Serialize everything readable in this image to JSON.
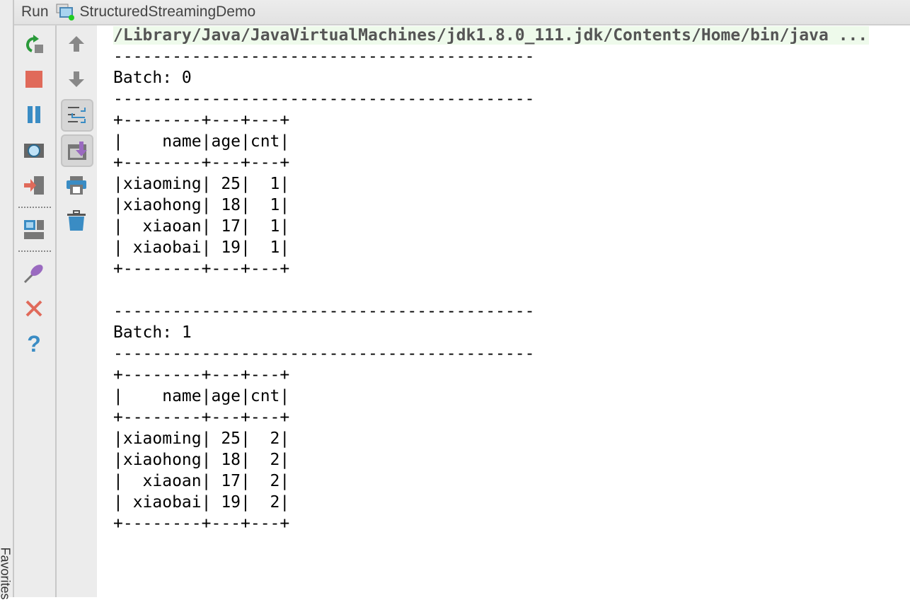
{
  "side_tab": "Favorites",
  "title": {
    "run_label": "Run",
    "config_name": "StructuredStreamingDemo"
  },
  "toolbar_left": [
    "rerun-icon",
    "stop-icon",
    "pause-icon",
    "dump-threads-icon",
    "exit-icon",
    "restore-layout-icon",
    "pin-tab-icon",
    "close-icon",
    "help-icon"
  ],
  "toolbar_right": [
    "up-icon",
    "down-icon",
    "soft-wrap-icon",
    "scroll-to-end-icon",
    "print-icon",
    "clear-all-icon"
  ],
  "console": {
    "command": "/Library/Java/JavaVirtualMachines/jdk1.8.0_111.jdk/Contents/Home/bin/java ...",
    "lines": [
      "-------------------------------------------",
      "Batch: 0",
      "-------------------------------------------",
      "+--------+---+---+",
      "|    name|age|cnt|",
      "+--------+---+---+",
      "|xiaoming| 25|  1|",
      "|xiaohong| 18|  1|",
      "|  xiaoan| 17|  1|",
      "| xiaobai| 19|  1|",
      "+--------+---+---+",
      "",
      "-------------------------------------------",
      "Batch: 1",
      "-------------------------------------------",
      "+--------+---+---+",
      "|    name|age|cnt|",
      "+--------+---+---+",
      "|xiaoming| 25|  2|",
      "|xiaohong| 18|  2|",
      "|  xiaoan| 17|  2|",
      "| xiaobai| 19|  2|",
      "+--------+---+---+"
    ]
  }
}
